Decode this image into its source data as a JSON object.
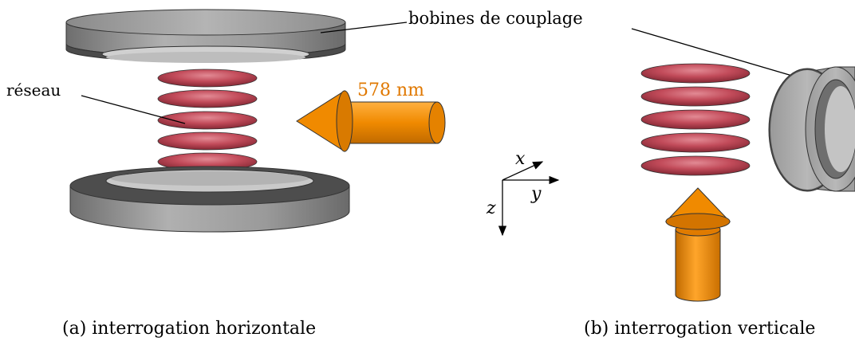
{
  "labels": {
    "coils": "bobines de couplage",
    "lattice": "réseau",
    "wavelength": "578 nm"
  },
  "axes": {
    "x": "x",
    "y": "y",
    "z": "z"
  },
  "captions": {
    "a": "(a) interrogation horizontale",
    "b": "(b) interrogation verticale"
  },
  "colors": {
    "coil_top": "#a3a3a3",
    "coil_side": "#7f7f7f",
    "coil_dark": "#4a4a4a",
    "lattice": "#c24b5a",
    "laser": "#f08a00",
    "laser_label": "#e07800"
  }
}
